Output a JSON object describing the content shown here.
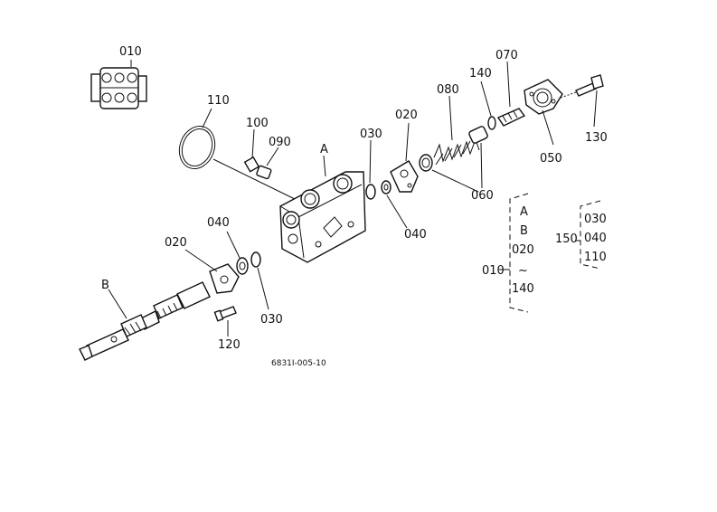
{
  "labels": {
    "p010": "010",
    "p110": "110",
    "p100": "100",
    "p090": "090",
    "pA": "A",
    "p030a": "030",
    "p020a": "020",
    "p080": "080",
    "p140": "140",
    "p070": "070",
    "p130": "130",
    "p050": "050",
    "p060": "060",
    "p040a": "040",
    "p040b": "040",
    "p020b": "020",
    "pB": "B",
    "p030b": "030",
    "p120": "120"
  },
  "code": "6831I-005-10",
  "group1": {
    "name": "010",
    "items": [
      "A",
      "B",
      "020",
      "140"
    ],
    "tilde": "~"
  },
  "group2": {
    "name": "150",
    "items": [
      "030",
      "040",
      "110"
    ]
  }
}
